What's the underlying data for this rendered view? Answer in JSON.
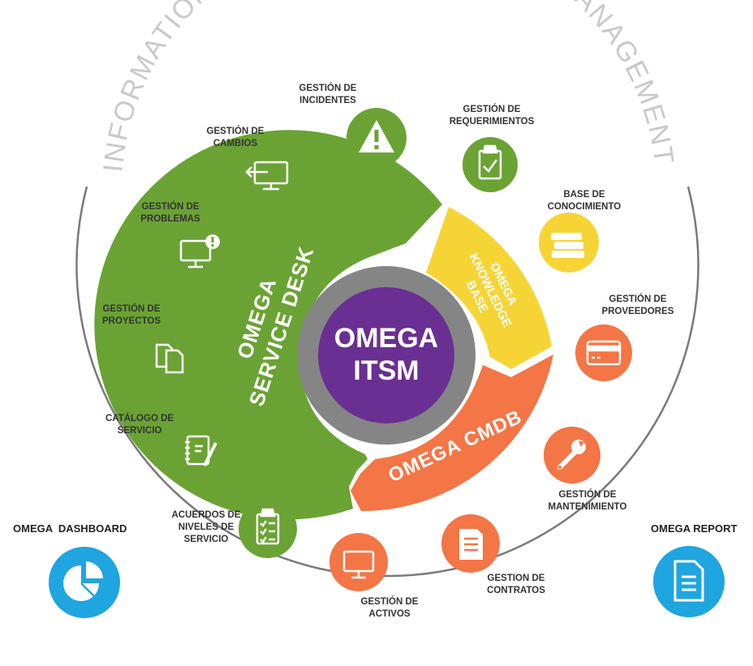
{
  "top_arc_text": "INFORMATION TECHNOLOGY SERVICE MANAGEMENT",
  "center": {
    "line1": "OMEGA",
    "line2": "ITSM"
  },
  "segments": {
    "service_desk": {
      "line1": "OMEGA",
      "line2": "SERVICE DESK"
    },
    "knowledge_base": {
      "line1": "OMEGA",
      "line2": "KNOWLEDGE",
      "line3": "BASE"
    },
    "cmdb": {
      "label": "OMEGA CMDB"
    }
  },
  "modules": {
    "incidentes": {
      "line1": "GESTIÓN DE",
      "line2": "INCIDENTES",
      "icon": "warning-icon"
    },
    "requerimientos": {
      "line1": "GESTIÓN DE",
      "line2": "REQUERIMIENTOS",
      "icon": "clipboard-check-icon"
    },
    "cambios": {
      "line1": "GESTIÓN DE",
      "line2": "CAMBIOS",
      "icon": "monitor-arrow-icon"
    },
    "problemas": {
      "line1": "GESTIÓN DE",
      "line2": "PROBLEMAS",
      "icon": "monitor-alert-icon"
    },
    "conocimiento": {
      "line1": "BASE DE",
      "line2": "CONOCIMIENTO",
      "icon": "books-icon"
    },
    "proyectos": {
      "line1": "GESTIÓN DE",
      "line2": "PROYECTOS",
      "icon": "documents-icon"
    },
    "proveedores": {
      "line1": "GESTIÓN DE",
      "line2": "PROVEEDORES",
      "icon": "credit-card-icon"
    },
    "catalogo": {
      "line1": "CATÁLOGO DE",
      "line2": "SERVICIO",
      "icon": "notebook-pen-icon"
    },
    "mantenimiento": {
      "line1": "GESTIÓN DE",
      "line2": "MANTENIMIENTO",
      "icon": "wrench-icon"
    },
    "acuerdos": {
      "line1": "ACUERDOS DE",
      "line2": "NIVELES DE",
      "line3": "SERVICIO",
      "icon": "checklist-icon"
    },
    "contratos": {
      "line1": "GESTION DE",
      "line2": "CONTRATOS",
      "icon": "document-icon"
    },
    "activos": {
      "line1": "GESTIÓN DE",
      "line2": "ACTIVOS",
      "icon": "monitor-icon"
    }
  },
  "side": {
    "dashboard": {
      "label": "OMEGA  DASHBOARD",
      "icon": "pie-chart-icon"
    },
    "report": {
      "label": "OMEGA REPORT",
      "icon": "report-document-icon"
    }
  },
  "colors": {
    "green": "#6aa334",
    "yellow": "#f7d436",
    "orange": "#f47545",
    "purple": "#6a2f92",
    "gray_ring": "#858585",
    "blue": "#1fa5e0",
    "outer_ring": "#7a7a7a",
    "arc_text": "#c9c9c9"
  }
}
